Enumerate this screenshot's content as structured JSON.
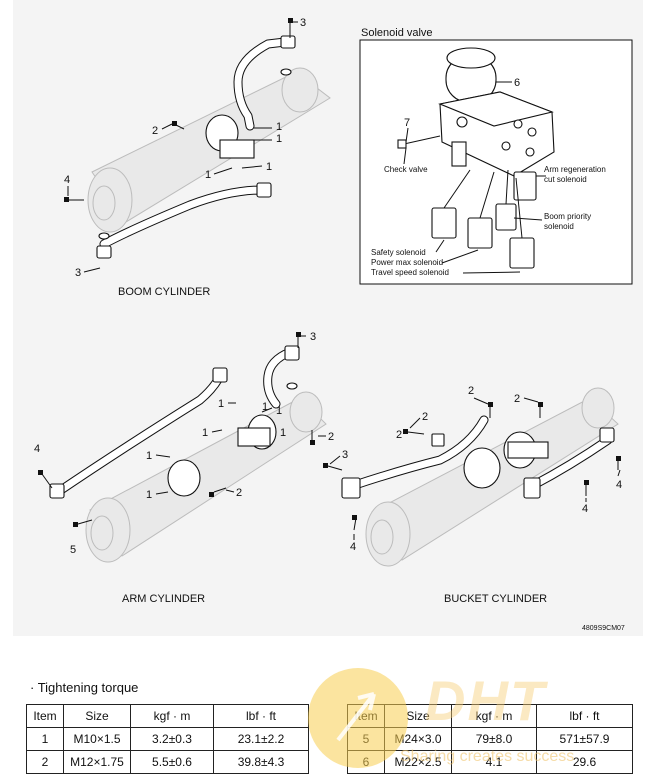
{
  "diagram": {
    "boom": {
      "caption": "BOOM CYLINDER",
      "callouts": [
        "3",
        "2",
        "1",
        "1",
        "1",
        "1",
        "4",
        "3"
      ]
    },
    "solenoid": {
      "title": "Solenoid valve",
      "callouts": [
        "6",
        "7"
      ],
      "labels": {
        "check_valve": "Check valve",
        "arm_regen_1": "Arm regeneration",
        "arm_regen_2": "cut solenoid",
        "boom_priority_1": "Boom priority",
        "boom_priority_2": "solenoid",
        "safety": "Safety solenoid",
        "power_max": "Power max solenoid",
        "travel_speed": "Travel speed solenoid"
      }
    },
    "arm": {
      "caption": "ARM CYLINDER",
      "callouts": [
        "3",
        "1",
        "1",
        "1",
        "1",
        "1",
        "2",
        "4",
        "1",
        "1",
        "2",
        "5"
      ]
    },
    "bucket": {
      "caption": "BUCKET CYLINDER",
      "callouts": [
        "2",
        "2",
        "2",
        "2",
        "3",
        "4",
        "4",
        "4"
      ]
    },
    "figure_code": "4809S9CM07"
  },
  "torque": {
    "title": "· Tightening torque",
    "headers": [
      "Item",
      "Size",
      "kgf · m",
      "lbf · ft"
    ],
    "rows_left": [
      [
        "1",
        "M10×1.5",
        "3.2±0.3",
        "23.1±2.2"
      ],
      [
        "2",
        "M12×1.75",
        "5.5±0.6",
        "39.8±4.3"
      ]
    ],
    "rows_right": [
      [
        "5",
        "M24×3.0",
        "79±8.0",
        "571±57.9"
      ],
      [
        "6",
        "M22×2.5",
        "4.1",
        "29.6"
      ]
    ]
  },
  "watermark": {
    "brand": "DHT",
    "slogan": "Sharing creates success"
  }
}
